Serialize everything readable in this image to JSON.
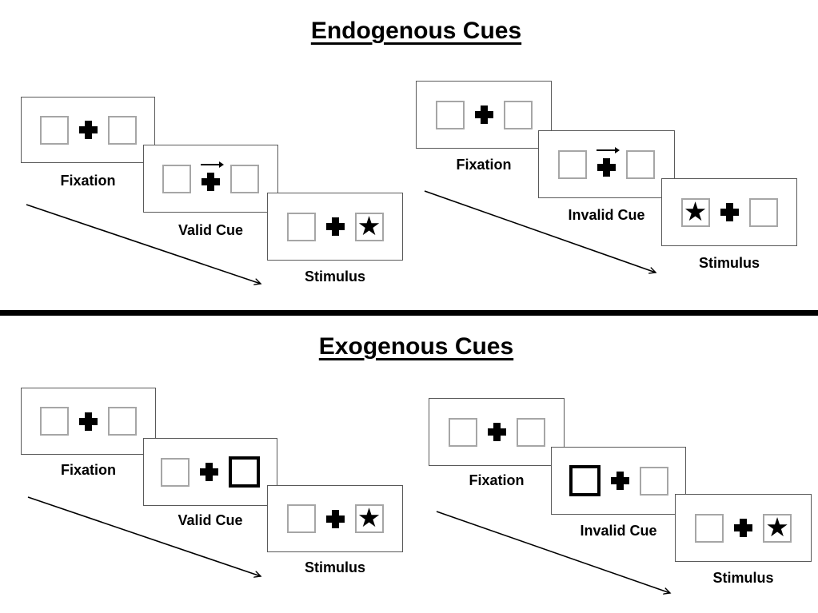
{
  "sections": [
    {
      "title": "Endogenous Cues",
      "groups": [
        {
          "name": "valid-cue-sequence",
          "panels": [
            {
              "label": "Fixation",
              "left_box": "empty",
              "center": "fixation-cross",
              "right_box": "empty"
            },
            {
              "label": "Valid Cue",
              "left_box": "empty",
              "center": "fixation-cross-with-right-arrow",
              "right_box": "empty"
            },
            {
              "label": "Stimulus",
              "left_box": "empty",
              "center": "fixation-cross",
              "right_box": "star"
            }
          ]
        },
        {
          "name": "invalid-cue-sequence",
          "panels": [
            {
              "label": "Fixation",
              "left_box": "empty",
              "center": "fixation-cross",
              "right_box": "empty"
            },
            {
              "label": "Invalid Cue",
              "left_box": "empty",
              "center": "fixation-cross-with-right-arrow",
              "right_box": "empty"
            },
            {
              "label": "Stimulus",
              "left_box": "star",
              "center": "fixation-cross",
              "right_box": "empty"
            }
          ]
        }
      ]
    },
    {
      "title": "Exogenous Cues",
      "groups": [
        {
          "name": "valid-cue-sequence",
          "panels": [
            {
              "label": "Fixation",
              "left_box": "empty",
              "center": "fixation-cross",
              "right_box": "empty"
            },
            {
              "label": "Valid Cue",
              "left_box": "empty",
              "center": "fixation-cross",
              "right_box": "highlighted"
            },
            {
              "label": "Stimulus",
              "left_box": "empty",
              "center": "fixation-cross",
              "right_box": "star"
            }
          ]
        },
        {
          "name": "invalid-cue-sequence",
          "panels": [
            {
              "label": "Fixation",
              "left_box": "empty",
              "center": "fixation-cross",
              "right_box": "empty"
            },
            {
              "label": "Invalid Cue",
              "left_box": "highlighted",
              "center": "fixation-cross",
              "right_box": "empty"
            },
            {
              "label": "Stimulus",
              "left_box": "empty",
              "center": "fixation-cross",
              "right_box": "star"
            }
          ]
        }
      ]
    }
  ],
  "glyphs": {
    "star": "★"
  },
  "icons": {
    "fixation_cross": "plus-cross",
    "cue_arrow": "right-arrow",
    "timeline_arrow": "diagonal-down-right-arrow"
  },
  "colors": {
    "background": "#ffffff",
    "panel_border": "#595959",
    "box_border": "#a6a6a6",
    "highlight_box_border": "#000000",
    "symbol": "#000000",
    "divider": "#000000",
    "title_text": "#000000"
  }
}
